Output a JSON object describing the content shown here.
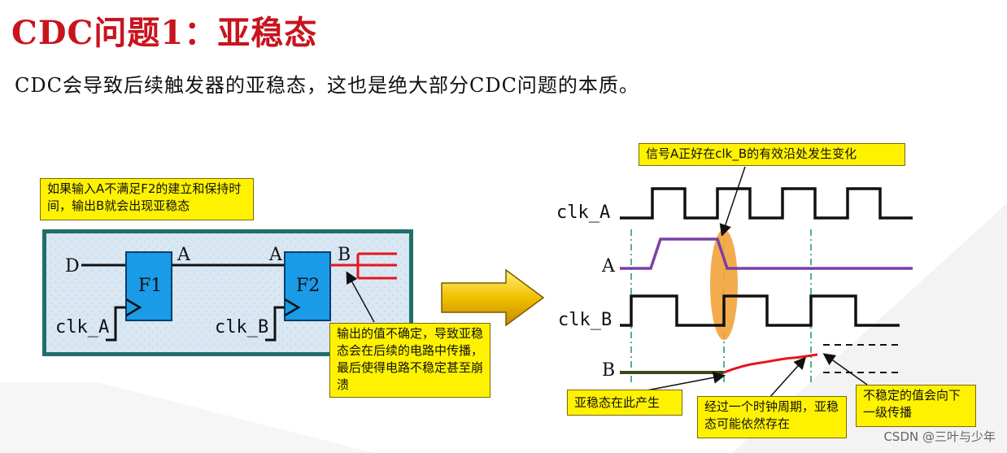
{
  "title": "CDC问题1：亚稳态",
  "subtitle": "CDC会导致后续触发器的亚稳态，这也是绝大部分CDC问题的本质。",
  "circuit": {
    "note_top": "如果输入A不满足F2的建立和保持时间，输出B就会出现亚稳态",
    "label_D": "D",
    "label_F1": "F1",
    "label_A1": "A",
    "label_A2": "A",
    "label_F2": "F2",
    "label_B": "B",
    "label_clkA": "clk_A",
    "label_clkB": "clk_B",
    "note_output": "输出的值不确定，导致亚稳态会在后续的电路中传播，最后使得电路不稳定甚至崩溃"
  },
  "timing": {
    "note_top": "信号A正好在clk_B的有效沿处发生变化",
    "label_clkA": "clk_A",
    "label_A": "A",
    "label_clkB": "clk_B",
    "label_B": "B",
    "note_meta": "亚稳态在此产生",
    "note_period": "经过一个时钟周期，亚稳态可能依然存在",
    "note_propagate": "不稳定的值会向下一级传播"
  },
  "colors": {
    "title": "#c8141e",
    "ff_fill": "#1a9be8",
    "note_bg": "#fff200",
    "signal_A": "#7b3fa6",
    "signal_B_dark": "#3b4a1e",
    "signal_B_meta": "#e8141e",
    "highlight": "#f2a33a",
    "arrow": "#f0c000",
    "guide": "#1a9a5a"
  },
  "watermark": "CSDN @三叶与少年"
}
